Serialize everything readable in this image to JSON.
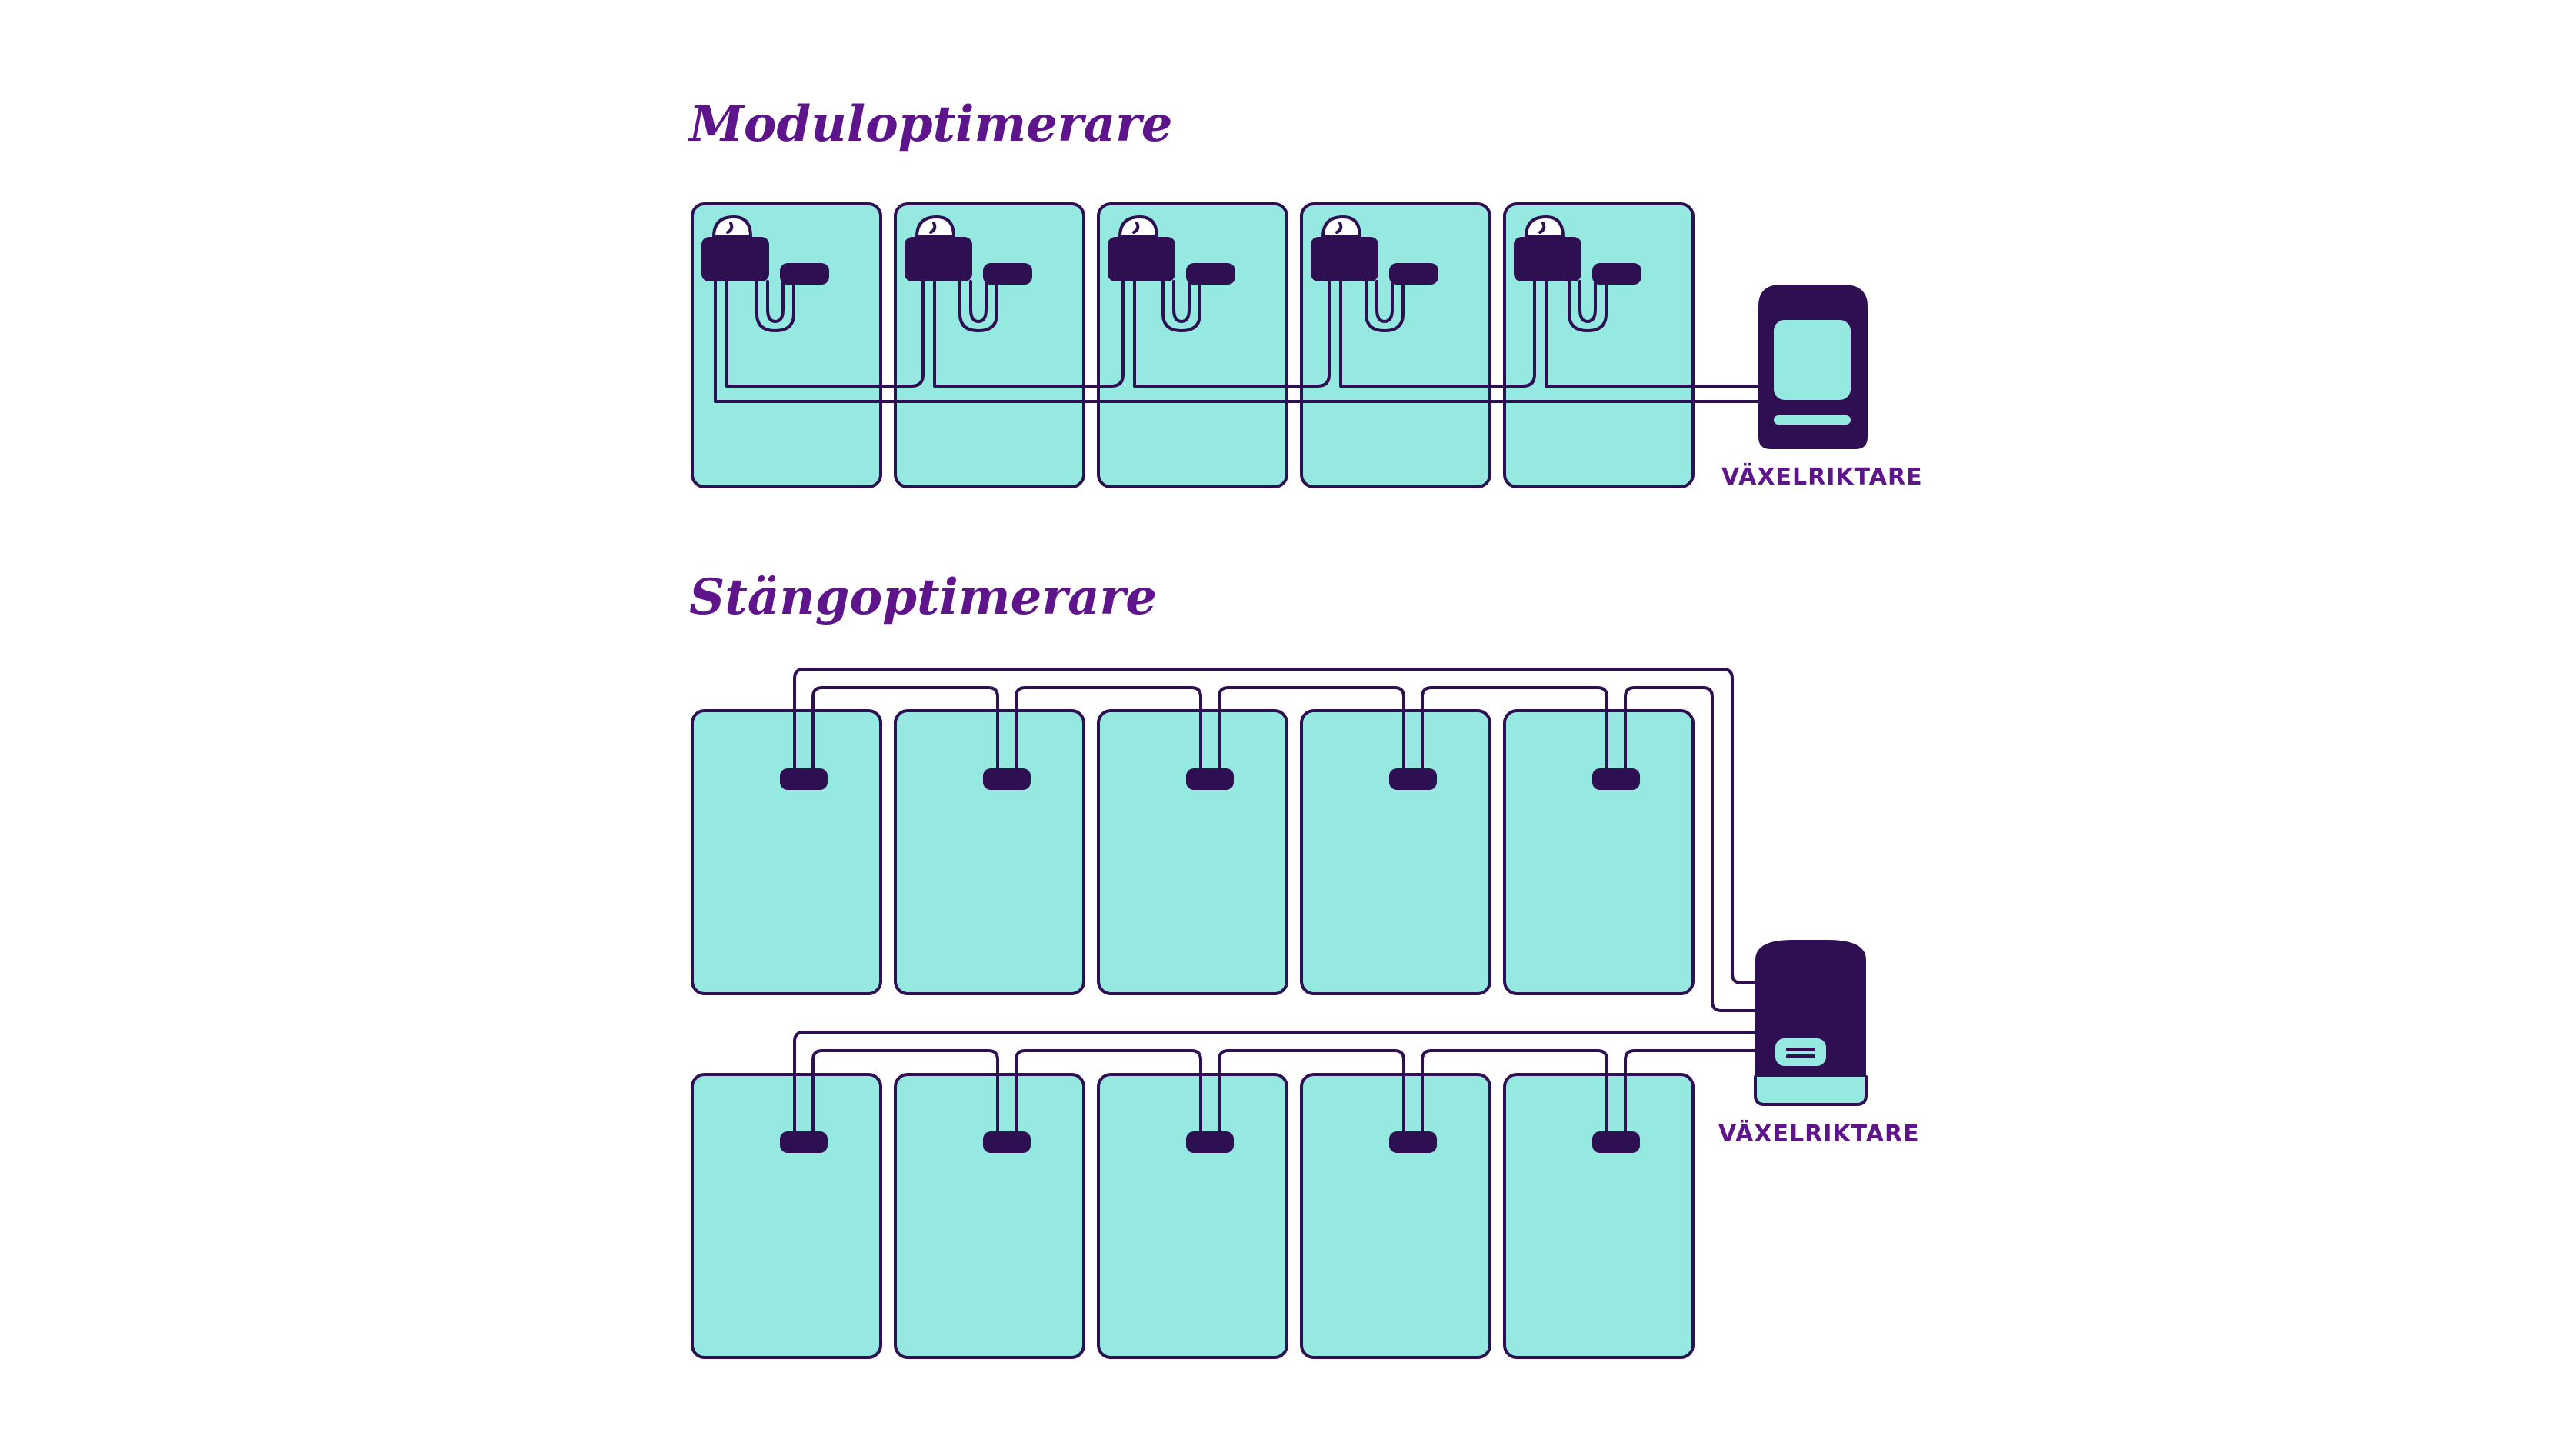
{
  "sections": [
    {
      "title": "Moduloptimerare",
      "inverter_label": "VÄXELRIKTARE"
    },
    {
      "title": "Stängoptimerare",
      "inverter_label": "VÄXELRIKTARE"
    }
  ],
  "colors": {
    "panel_fill": "#96e9e0",
    "outline": "#2e0f52",
    "title": "#5e148a",
    "label": "#5e148a",
    "background": "#ffffff"
  }
}
